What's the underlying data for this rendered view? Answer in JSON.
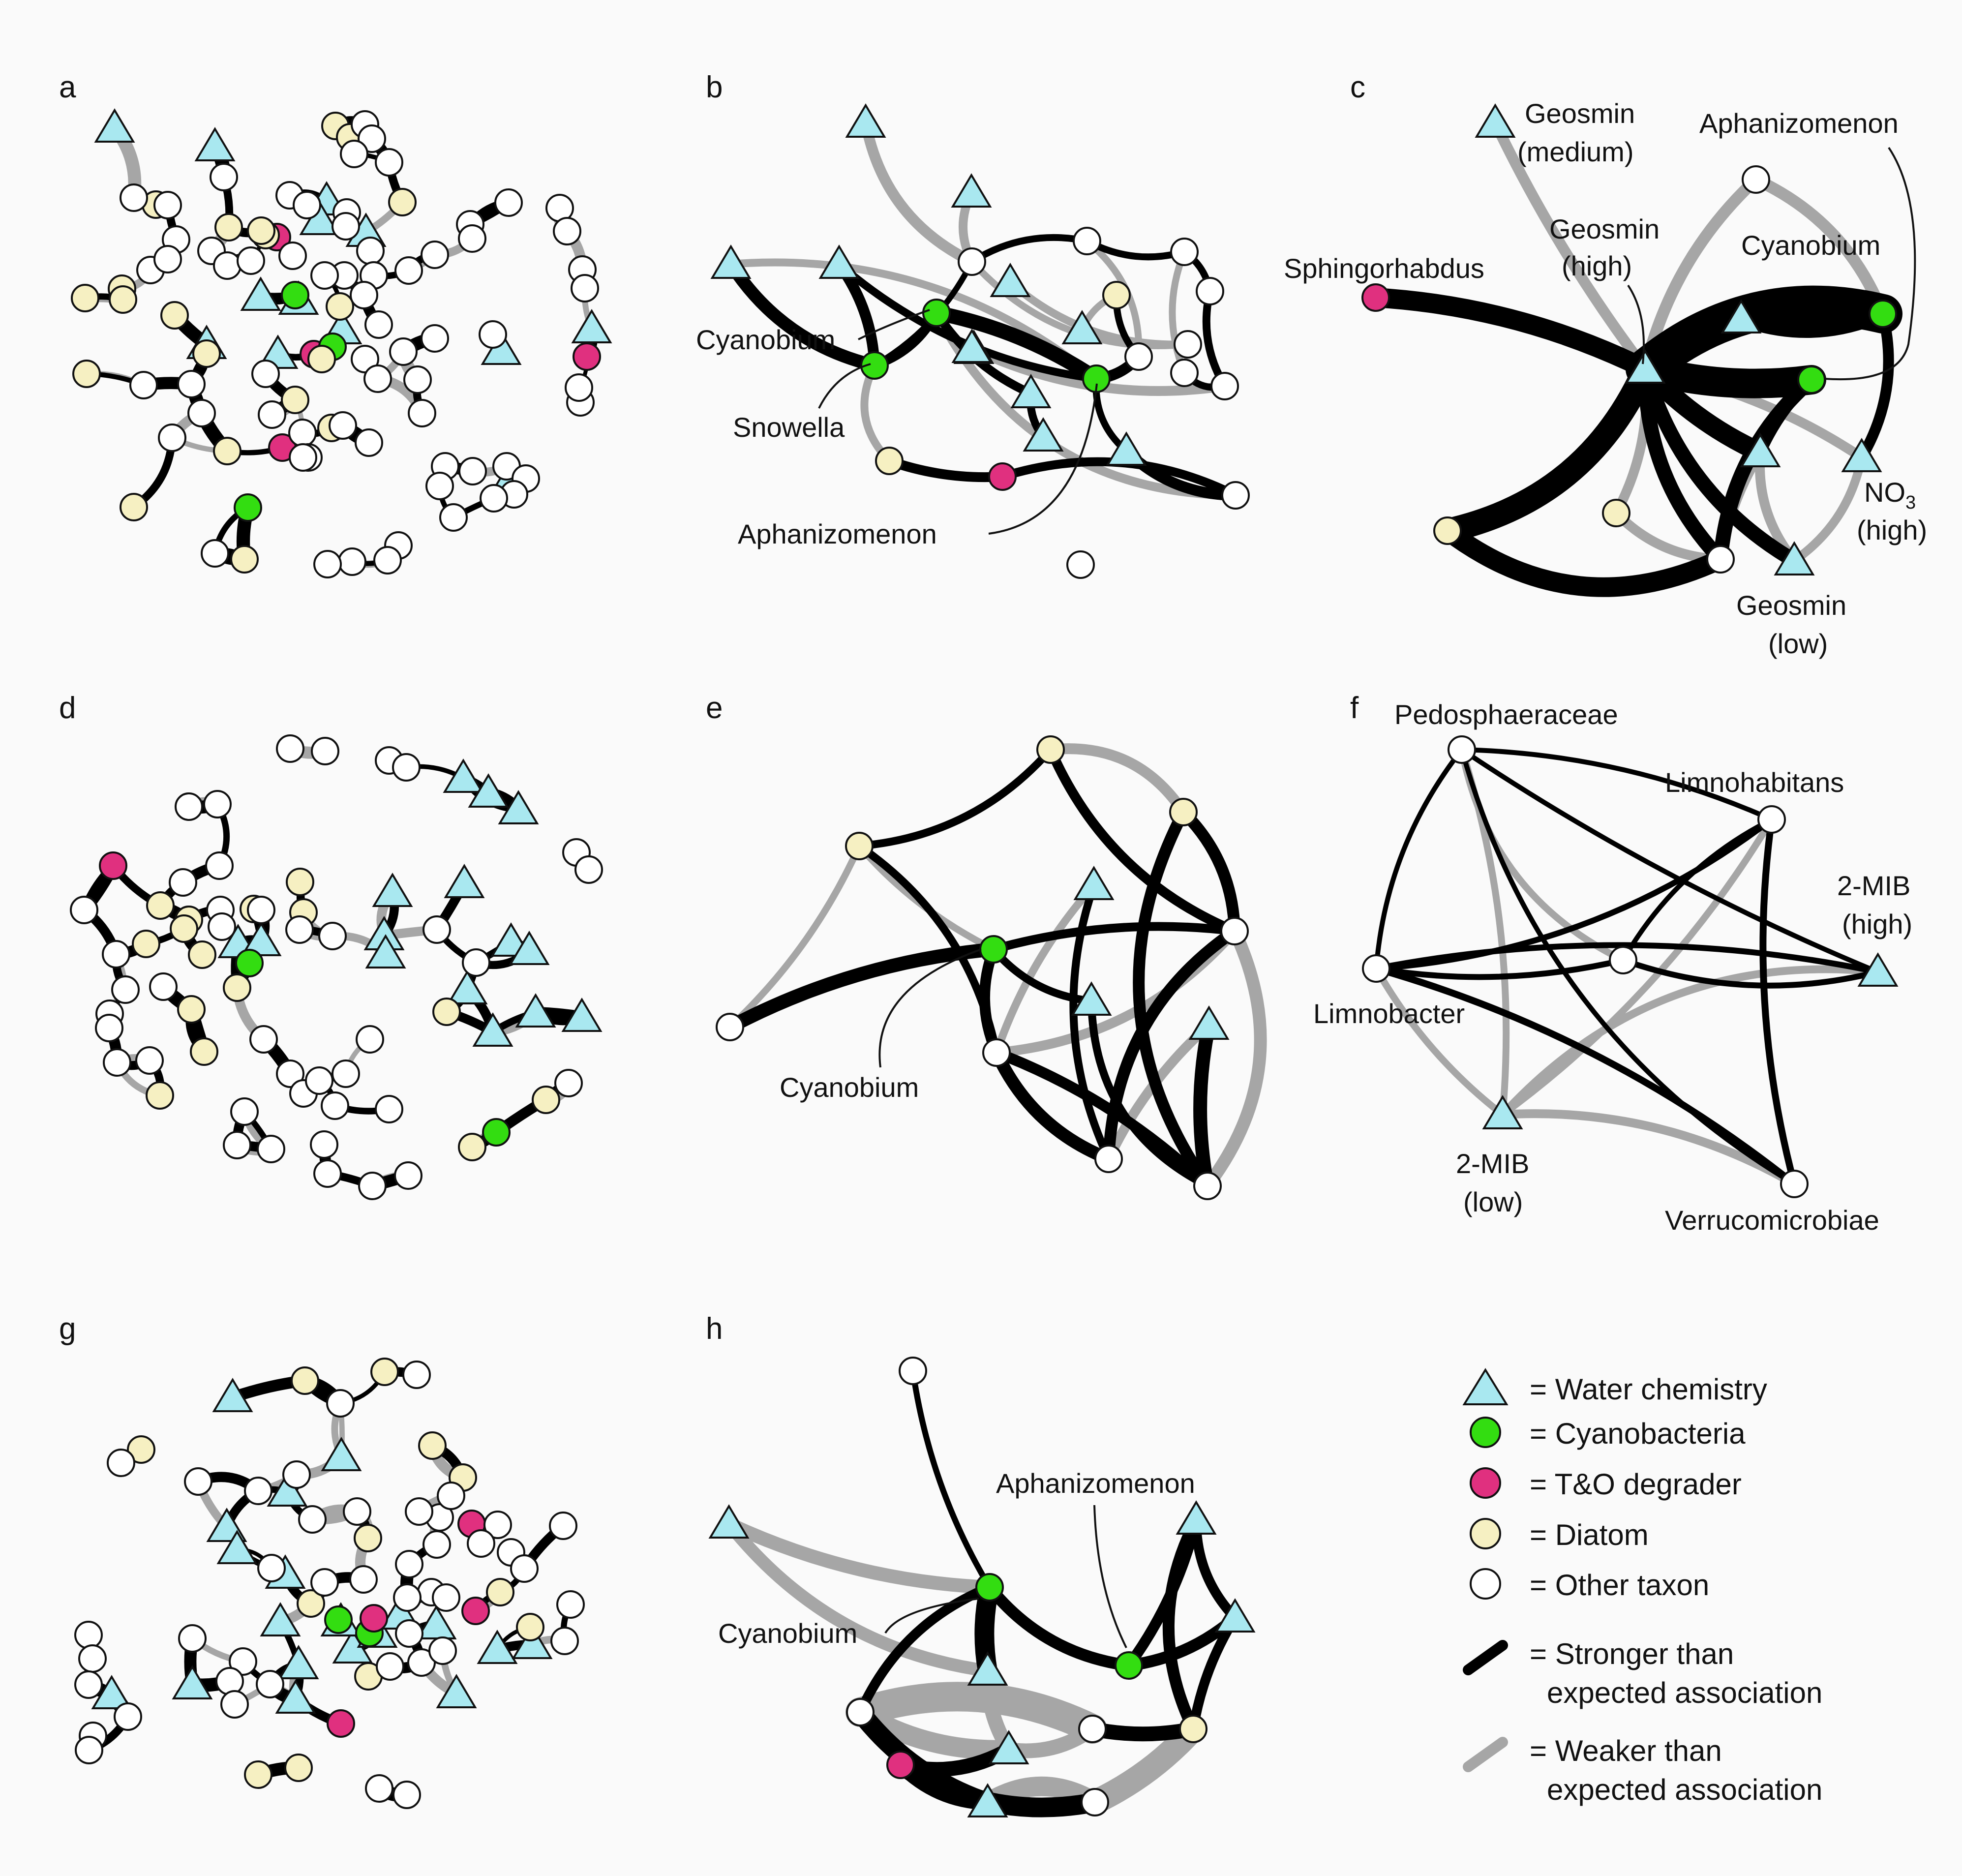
{
  "panels": [
    {
      "letter": "a"
    },
    {
      "letter": "b"
    },
    {
      "letter": "c"
    },
    {
      "letter": "d"
    },
    {
      "letter": "e"
    },
    {
      "letter": "f"
    },
    {
      "letter": "g"
    },
    {
      "letter": "h"
    }
  ],
  "labels": {
    "b": {
      "cyanobium": "Cyanobium",
      "snowella": "Snowella",
      "aphanizomenon": "Aphanizomenon"
    },
    "c": {
      "geosmin_medium_1": "Geosmin",
      "geosmin_medium_2": "(medium)",
      "aphanizomenon": "Aphanizomenon",
      "geosmin_high_1": "Geosmin",
      "geosmin_high_2": "(high)",
      "cyanobium": "Cyanobium",
      "sphingorhabdus": "Sphingorhabdus",
      "no3_main": "NO",
      "no3_sub": "3",
      "no3_high": "(high)",
      "geosmin_low_1": "Geosmin",
      "geosmin_low_2": "(low)"
    },
    "e": {
      "cyanobium": "Cyanobium"
    },
    "f": {
      "pedosphaeraceae": "Pedosphaeraceae",
      "limnohabitans": "Limnohabitans",
      "mib_high_1": "2-MIB",
      "mib_high_2": "(high)",
      "limnobacter": "Limnobacter",
      "mib_low_1": "2-MIB",
      "mib_low_2": "(low)",
      "verrucomicrobiae": "Verrucomicrobiae"
    },
    "h": {
      "aphanizomenon": "Aphanizomenon",
      "cyanobium": "Cyanobium"
    }
  },
  "legend": {
    "water_chemistry": "= Water chemistry",
    "cyanobacteria": "= Cyanobacteria",
    "to_degrader": "= T&O degrader",
    "diatom": "= Diatom",
    "other_taxon": "= Other taxon",
    "stronger_1": "= Stronger than",
    "stronger_2": "expected association",
    "weaker_1": "= Weaker than",
    "weaker_2": "expected association"
  },
  "colors": {
    "water_chemistry": "#a9e8f0",
    "cyanobacteria": "#33dd11",
    "to_degrader": "#e0307f",
    "diatom": "#f6f0c2",
    "other_taxon": "#ffffff",
    "stronger": "#000000",
    "weaker": "#a6a6a6"
  }
}
